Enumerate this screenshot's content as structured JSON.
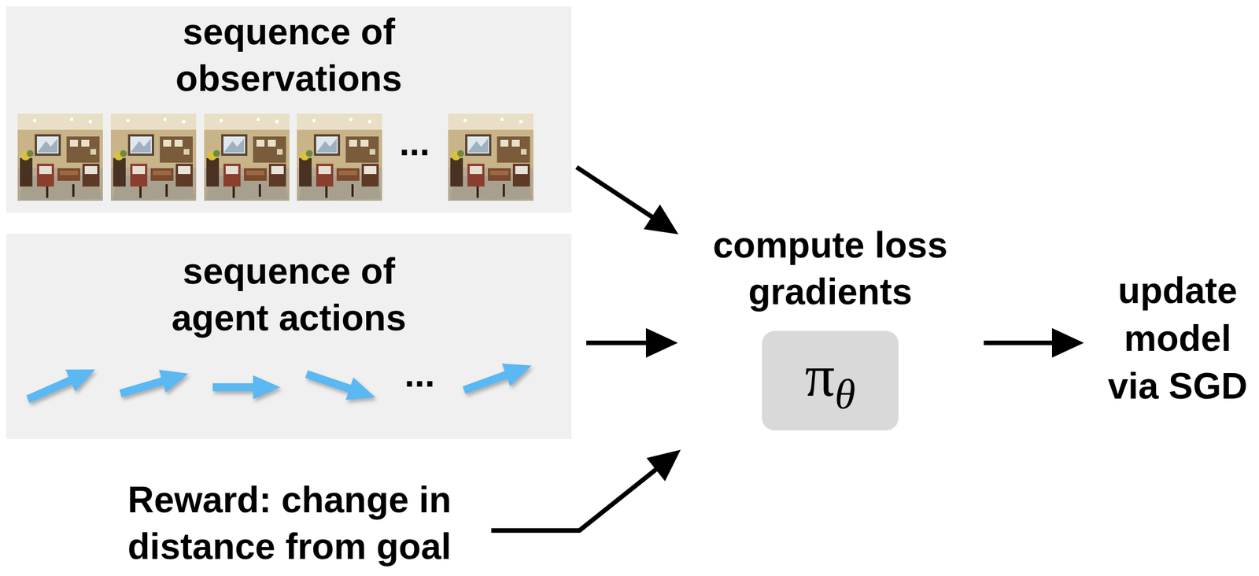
{
  "diagram": {
    "nodes": [
      {
        "text": [
          "sequence of observations"
        ]
      },
      {
        "text": [
          "sequence of agent actions"
        ]
      },
      {
        "text": [
          "compute loss gradients",
          "πθ"
        ]
      },
      {
        "text": [
          "update model via SGD"
        ]
      },
      {
        "text": [
          "Reward: change in distance from goal"
        ]
      }
    ],
    "edges": [
      {
        "from": 0,
        "to": 2,
        "arrow": "to"
      },
      {
        "from": 1,
        "to": 2,
        "arrow": "to"
      },
      {
        "from": 4,
        "to": 2,
        "arrow": "to"
      },
      {
        "from": 2,
        "to": 3,
        "arrow": "to"
      }
    ],
    "labels": [
      "...",
      "..."
    ]
  }
}
